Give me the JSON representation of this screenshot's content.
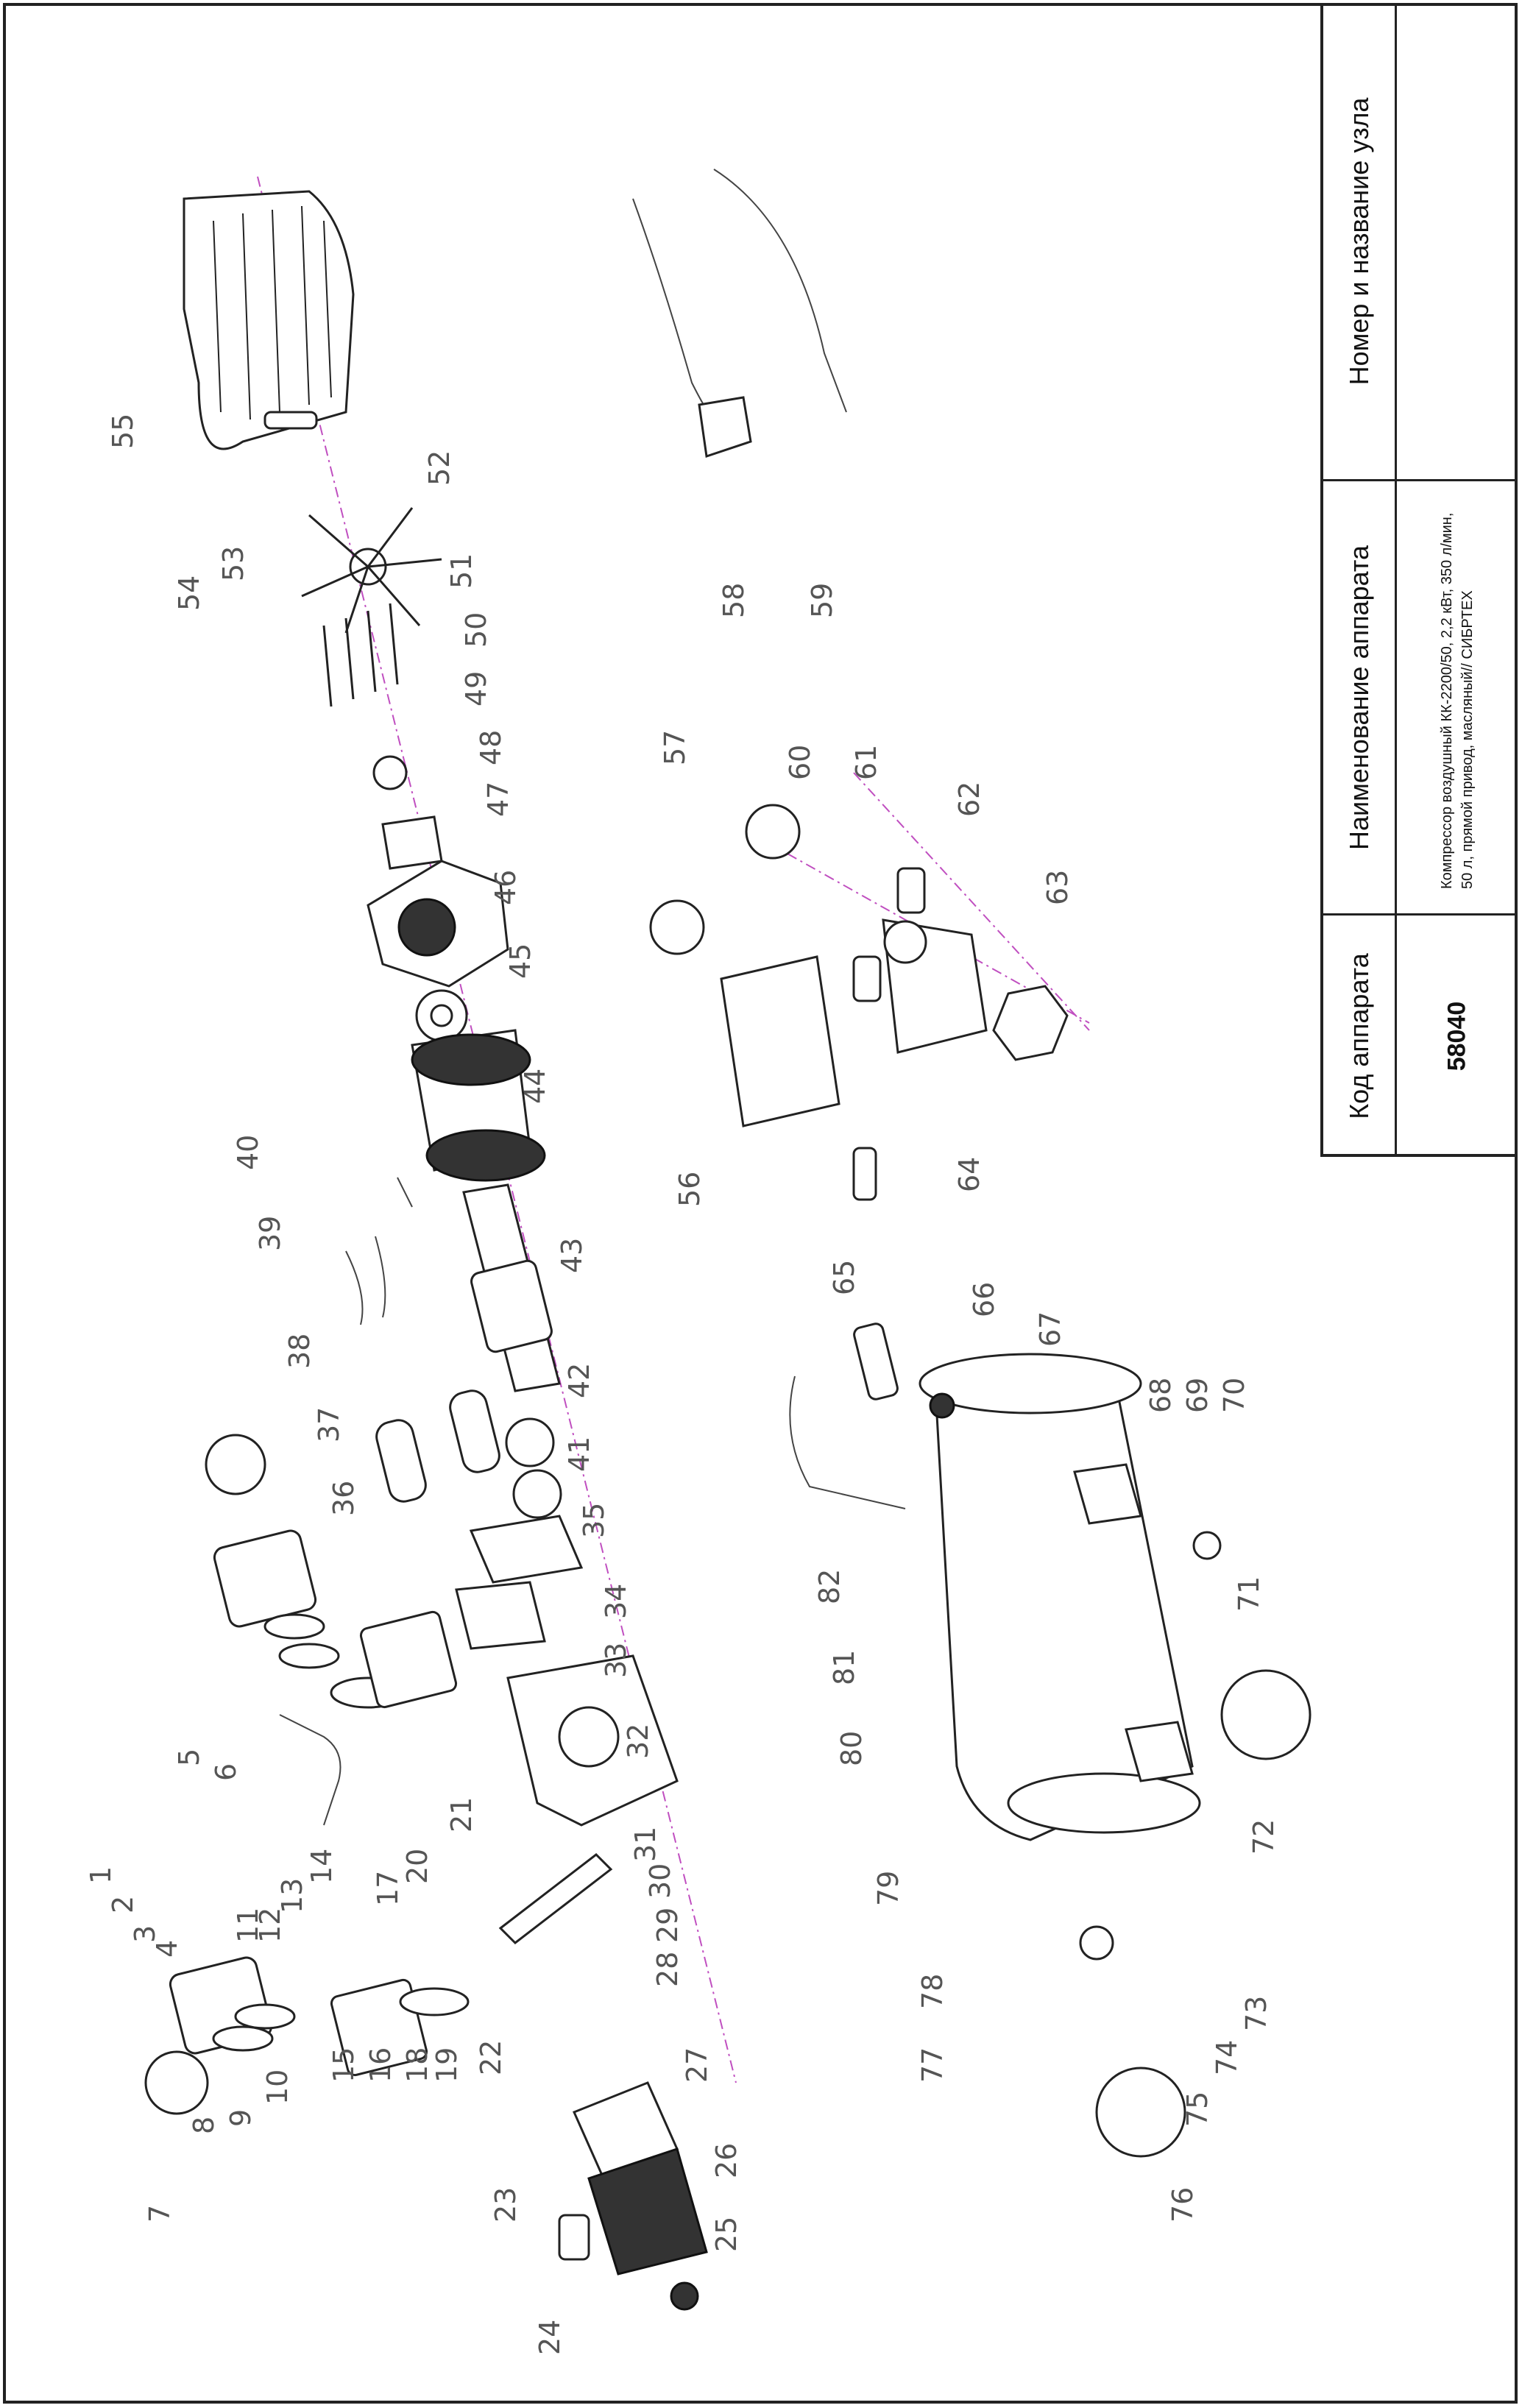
{
  "title_block": {
    "col_code_header": "Код аппарата",
    "col_name_header": "Наименование аппарата",
    "col_node_header": "Номер и название узла",
    "code_value": "58040",
    "name_value": "Компрессор воздушный КК-2200/50, 2,2 кВт, 350 л/мин, 50 л, прямой привод, масляный// СИБРТЕХ",
    "node_value": ""
  },
  "callouts": [
    "1",
    "2",
    "3",
    "4",
    "5",
    "6",
    "7",
    "8",
    "9",
    "10",
    "11",
    "12",
    "13",
    "14",
    "15",
    "16",
    "17",
    "18",
    "19",
    "20",
    "21",
    "22",
    "23",
    "24",
    "25",
    "26",
    "27",
    "28",
    "29",
    "30",
    "31",
    "32",
    "33",
    "34",
    "35",
    "36",
    "37",
    "38",
    "39",
    "40",
    "41",
    "42",
    "43",
    "44",
    "45",
    "46",
    "47",
    "48",
    "49",
    "50",
    "51",
    "52",
    "53",
    "54",
    "55",
    "56",
    "57",
    "58",
    "59",
    "60",
    "61",
    "62",
    "63",
    "64",
    "65",
    "66",
    "67",
    "68",
    "69",
    "70",
    "71",
    "72",
    "73",
    "74",
    "75",
    "76",
    "77",
    "78",
    "79",
    "80",
    "81",
    "82"
  ],
  "colors": {
    "axis": "#c04fc0",
    "line": "#222222",
    "label": "#555555"
  }
}
